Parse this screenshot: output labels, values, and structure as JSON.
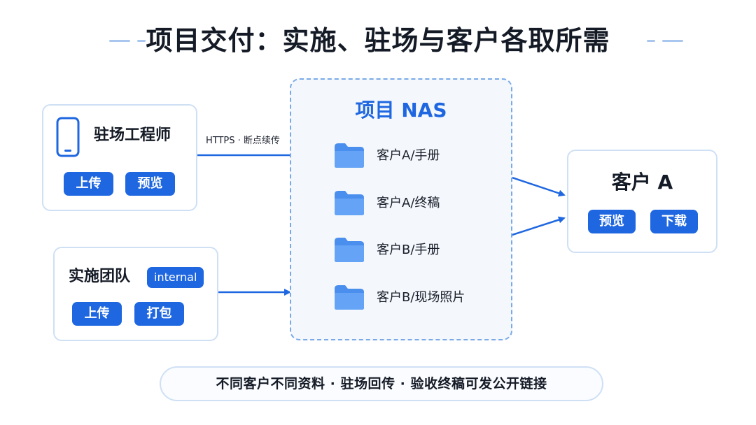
{
  "title": "项目交付：实施、驻场与客户各取所需",
  "engineer": {
    "name": "驻场工程师",
    "icon": "phone-icon",
    "buttons": [
      "上传",
      "预览"
    ]
  },
  "impl_team": {
    "name": "实施团队",
    "badge": "internal",
    "buttons": [
      "上传",
      "打包"
    ]
  },
  "nas": {
    "title": "项目 NAS",
    "folders": [
      "客户A/手册",
      "客户A/终稿",
      "客户B/手册",
      "客户B/现场照片"
    ]
  },
  "client": {
    "name": "客户 A",
    "buttons": [
      "预览",
      "下载"
    ]
  },
  "edge_label": "HTTPS · 断点续传",
  "footer": "不同客户不同资料 · 驻场回传 · 验收终稿可发公开链接",
  "colors": {
    "accent": "#1f67e0",
    "border": "#cfe0f5",
    "dash": "#7aaae6"
  }
}
